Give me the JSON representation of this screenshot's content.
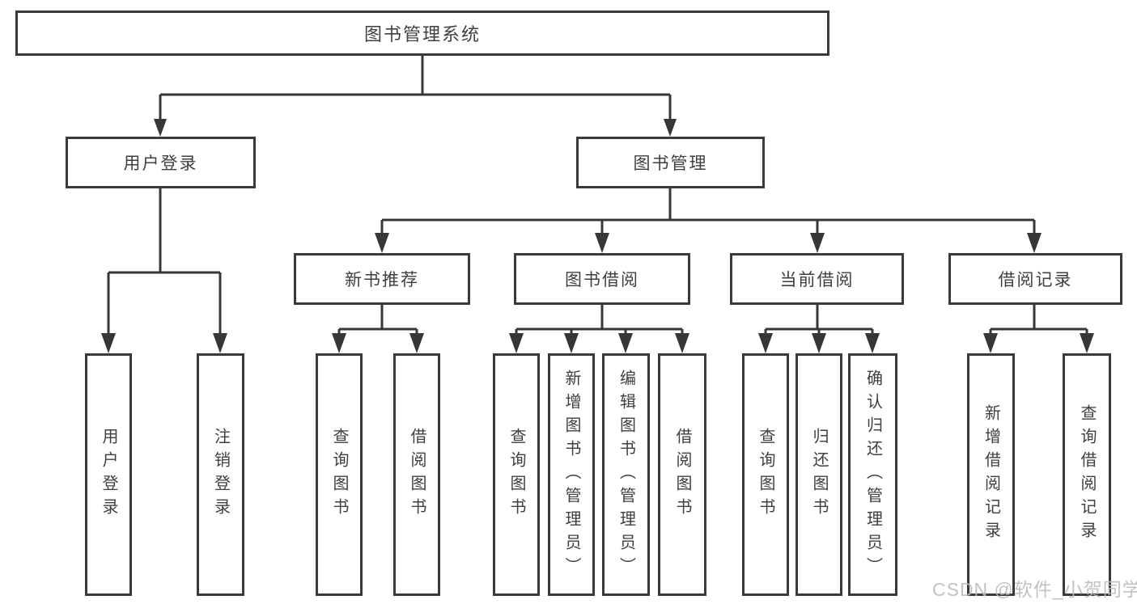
{
  "diagram": {
    "tree": {
      "label": "图书管理系统",
      "children": [
        {
          "label": "用户登录",
          "children": [
            {
              "label": "用户登录"
            },
            {
              "label": "注销登录"
            }
          ]
        },
        {
          "label": "图书管理",
          "children": [
            {
              "label": "新书推荐",
              "children": [
                {
                  "label": "查询图书"
                },
                {
                  "label": "借阅图书"
                }
              ]
            },
            {
              "label": "图书借阅",
              "children": [
                {
                  "label": "查询图书"
                },
                {
                  "label": "新增图书（管理员）"
                },
                {
                  "label": "编辑图书（管理员）"
                },
                {
                  "label": "借阅图书"
                }
              ]
            },
            {
              "label": "当前借阅",
              "children": [
                {
                  "label": "查询图书"
                },
                {
                  "label": "归还图书"
                },
                {
                  "label": "确认归还（管理员）"
                }
              ]
            },
            {
              "label": "借阅记录",
              "children": [
                {
                  "label": "新增借阅记录"
                },
                {
                  "label": "查询借阅记录"
                }
              ]
            }
          ]
        }
      ]
    }
  },
  "watermark": {
    "text": "CSDN @软件_小贺同学"
  },
  "colors": {
    "line": "#373737",
    "box_border": "#3a3a3a",
    "box_fill": "#ffffff",
    "text": "#3f3f3f",
    "watermark": "#bcbcbc",
    "background": "#ffffff"
  }
}
